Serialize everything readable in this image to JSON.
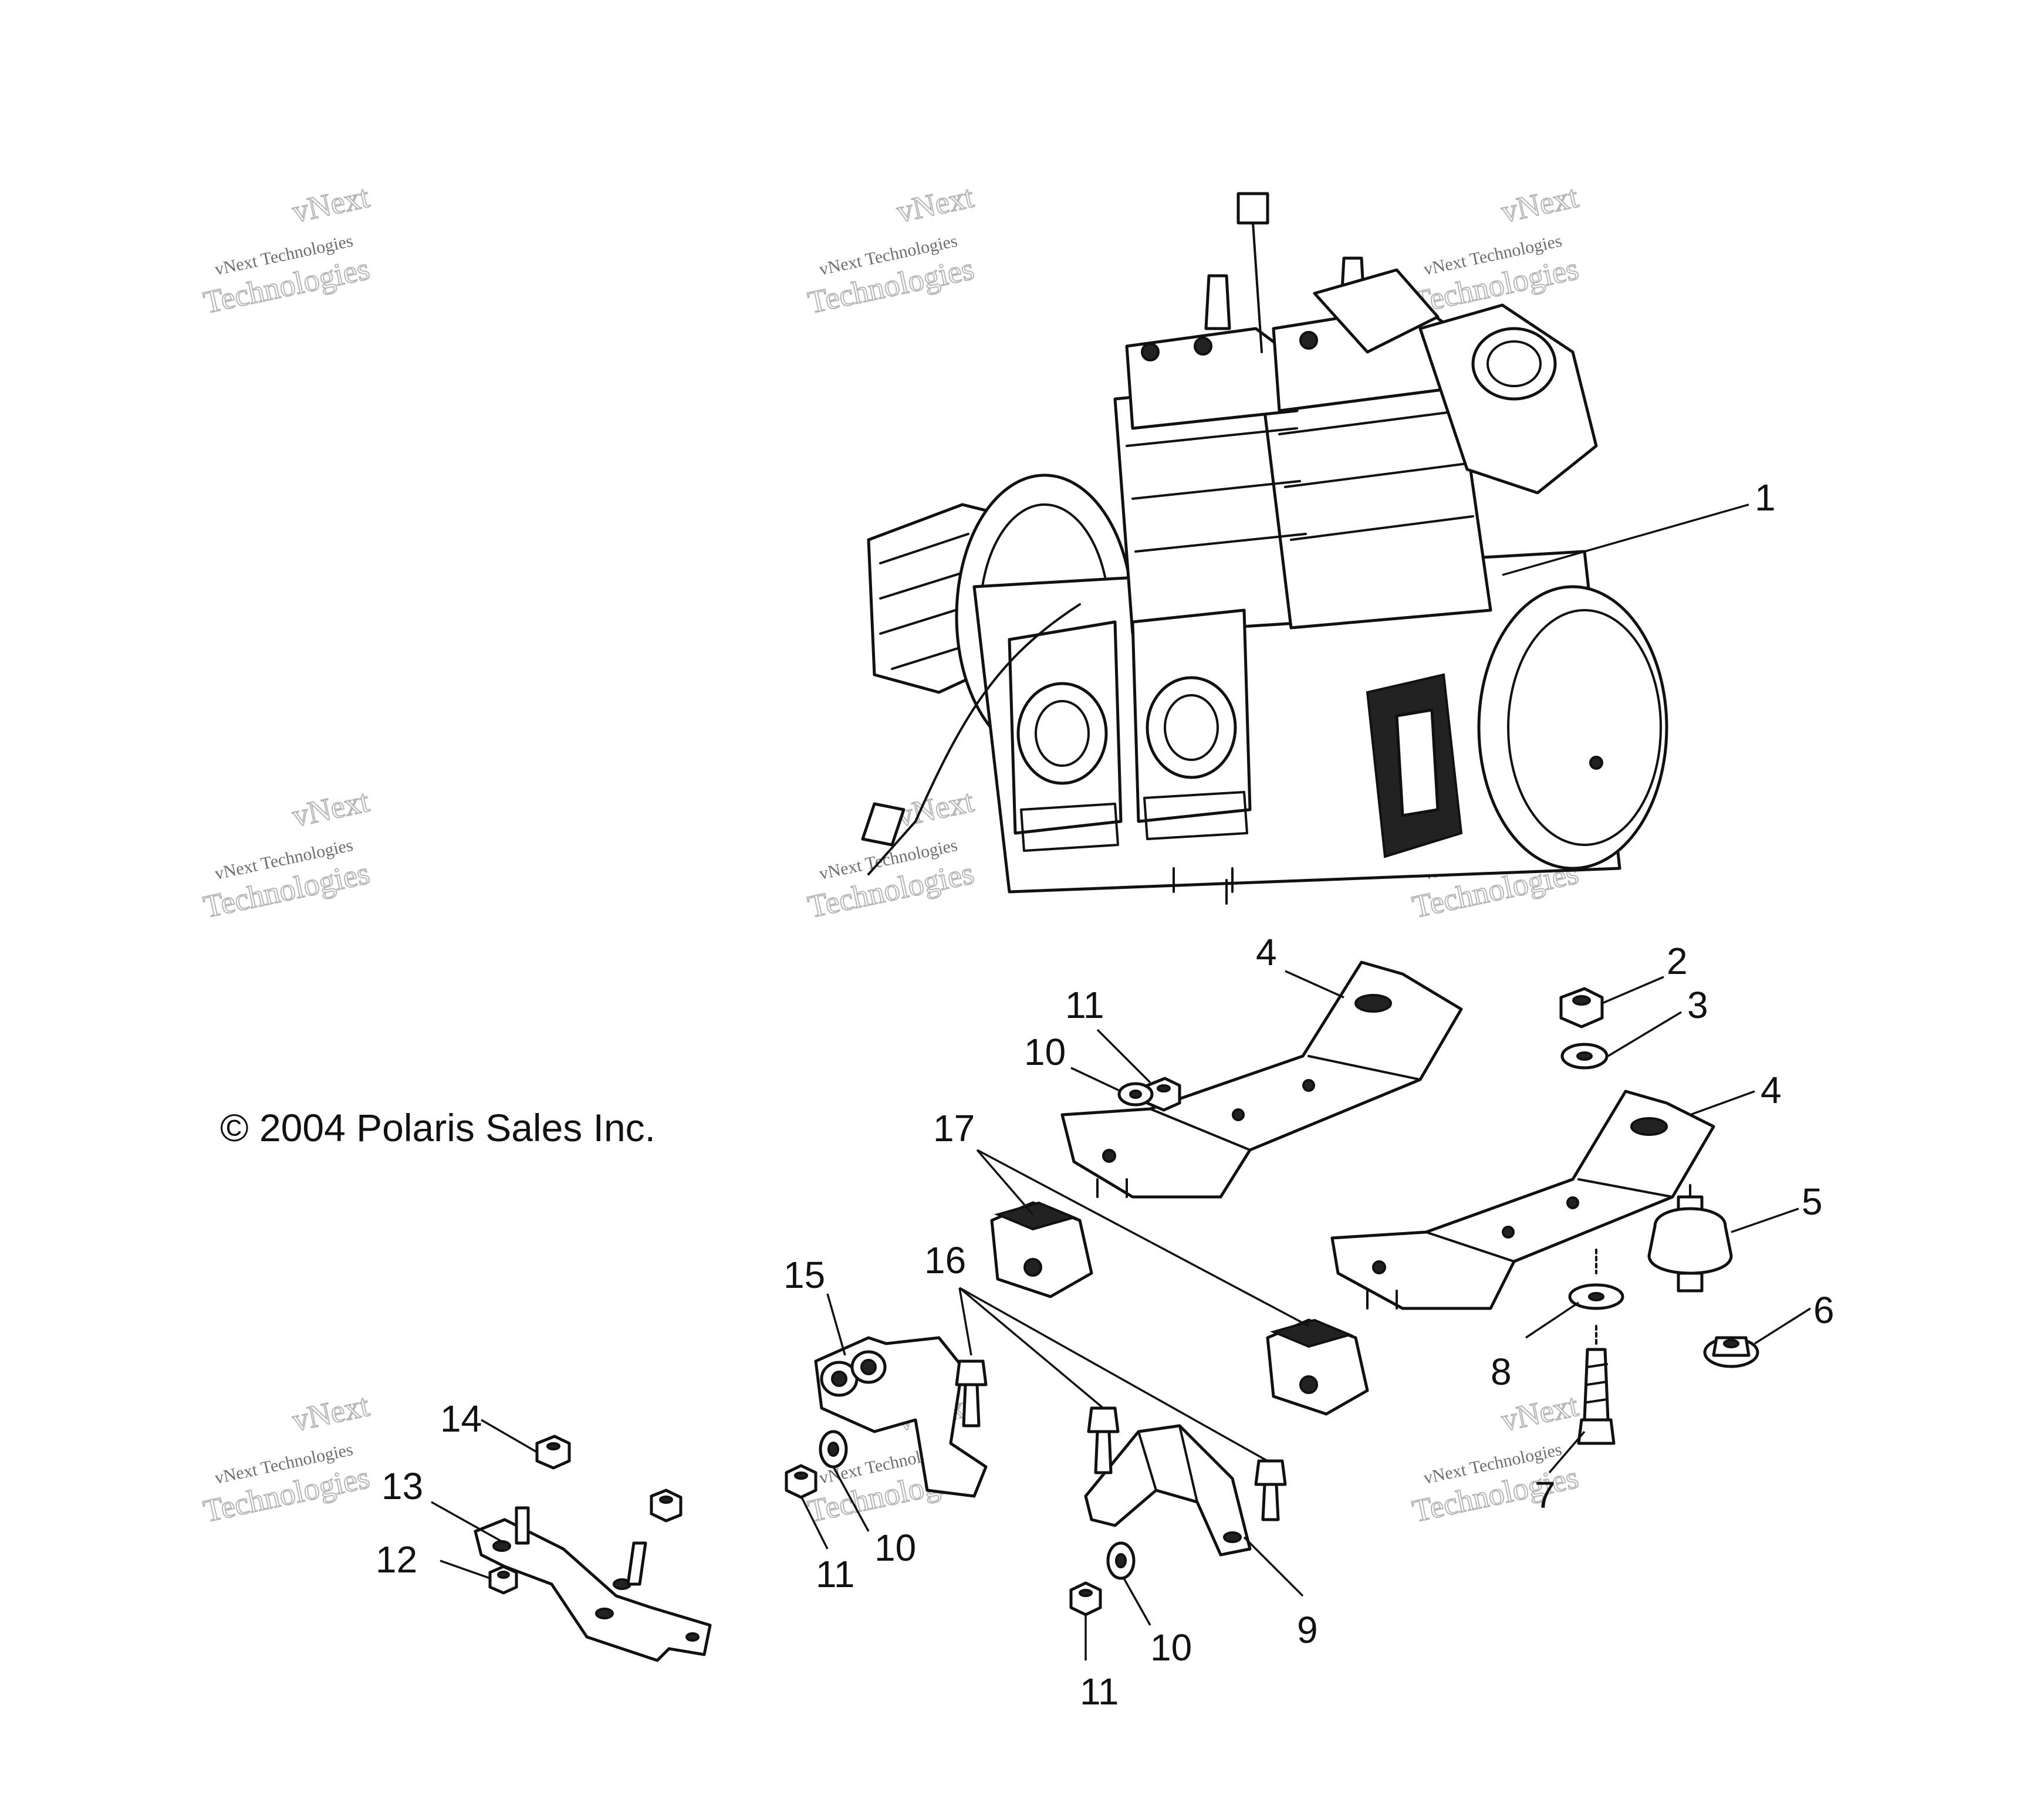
{
  "copyright": "© 2004 Polaris Sales Inc.",
  "watermark": {
    "line1": "vNext Technologies",
    "line2": "vNext",
    "line3": "Technologies"
  },
  "callouts": {
    "c1": "1",
    "c2": "2",
    "c3": "3",
    "c4a": "4",
    "c4b": "4",
    "c5": "5",
    "c6": "6",
    "c7": "7",
    "c8": "8",
    "c9": "9",
    "c10a": "10",
    "c10b": "10",
    "c10c": "10",
    "c11a": "11",
    "c11b": "11",
    "c11c": "11",
    "c12": "12",
    "c13": "13",
    "c14": "14",
    "c15": "15",
    "c16": "16",
    "c17": "17"
  }
}
